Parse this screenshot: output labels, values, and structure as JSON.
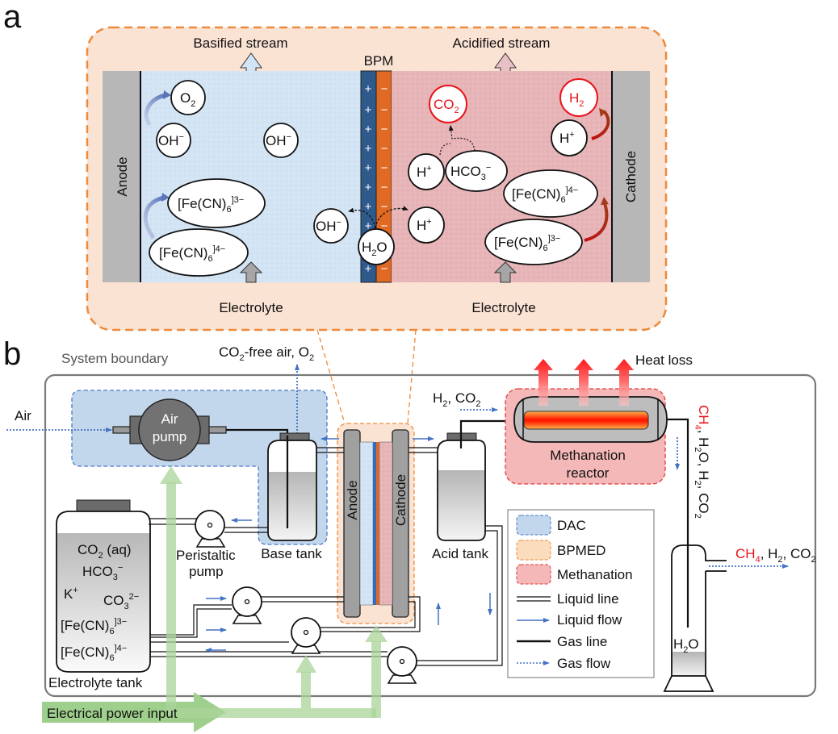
{
  "panel_a": {
    "label": "a",
    "basified_stream": "Basified stream",
    "acidified_stream": "Acidified stream",
    "bpm": "BPM",
    "anode": "Anode",
    "cathode": "Cathode",
    "electrolyte_left": "Electrolyte",
    "electrolyte_right": "Electrolyte",
    "bpm_plus": "+",
    "bpm_minus": "−",
    "species": {
      "o2": "O",
      "o2_sub": "2",
      "oh": "OH",
      "oh_sup": "−",
      "fe3_left": "[Fe(CN)",
      "fe_sub": "6",
      "fe3_sup": "]3−",
      "fe4_sup": "]4−",
      "h2o": "H",
      "h2o_sub": "2",
      "h2o_end": "O",
      "h": "H",
      "h_sup": "+",
      "hco3": "HCO",
      "hco3_sub": "3",
      "hco3_sup": "−",
      "co2": "CO",
      "co2_sub": "2",
      "h2": "H",
      "h2_sub": "2"
    }
  },
  "panel_b": {
    "label": "b",
    "system_boundary": "System boundary",
    "air": "Air",
    "air_pump_1": "Air",
    "air_pump_2": "pump",
    "co2_free_air": "CO",
    "co2_free_air_sub": "2",
    "co2_free_air_rest": "-free air, O",
    "co2_free_air_sub2": "2",
    "h2_co2_label": "H",
    "heat_loss": "Heat loss",
    "methanation_reactor_1": "Methanation",
    "methanation_reactor_2": "reactor",
    "base_tank": "Base tank",
    "acid_tank": "Acid tank",
    "peristaltic_pump_1": "Peristaltic",
    "peristaltic_pump_2": "pump",
    "anode": "Anode",
    "cathode": "Cathode",
    "electrolyte_tank": "Electrolyte tank",
    "tank_species": {
      "co2aq": "CO",
      "co2aq_sub": "2",
      "co2aq_rest": " (aq)",
      "hco3": "HCO",
      "hco3_sub": "3",
      "hco3_sup": "−",
      "k": "K",
      "k_sup": "+",
      "co3": "CO",
      "co3_sub": "3",
      "co3_sup": "2−",
      "fe3": "[Fe(CN)",
      "fe_sub": "6",
      "fe3_sup": "]3−",
      "fe4_sup": "]4−"
    },
    "outlet_vertical": {
      "ch4": "CH",
      "ch4_sub": "4",
      "rest": ", H",
      "h2o_sub": "2",
      "rest2": "O, H",
      "h2_sub": "2",
      "rest3": ", CO",
      "co2_sub": "2"
    },
    "outlet_horizontal": {
      "ch4": "CH",
      "ch4_sub": "4",
      "rest": ", H",
      "h2_sub": "2",
      "rest2": ", CO",
      "co2_sub": "2"
    },
    "trap_water": "H",
    "trap_water_sub": "2",
    "trap_water_end": "O",
    "electrical_power_input": "Electrical power input",
    "legend": [
      {
        "key": "dac",
        "label": "DAC",
        "color": "#c3d7ec",
        "border": "#4a78c8"
      },
      {
        "key": "bpmed",
        "label": "BPMED",
        "color": "#fbdcbd",
        "border": "#ee8a3a"
      },
      {
        "key": "methanation",
        "label": "Methanation",
        "color": "#f5b8b8",
        "border": "#e23a3a"
      },
      {
        "key": "liquid_line",
        "label": "Liquid line"
      },
      {
        "key": "liquid_flow",
        "label": "Liquid flow"
      },
      {
        "key": "gas_line",
        "label": "Gas line"
      },
      {
        "key": "gas_flow",
        "label": "Gas flow"
      }
    ]
  },
  "colors": {
    "orange_dash": "#ee8a3a",
    "bpm_blue": "#2f5a8c",
    "bpm_orange": "#e06a24",
    "basic_fill": "#d3e4f4",
    "acidic_fill": "#e9b6b9",
    "electrode_grey": "#b7b7b7",
    "power_green": "#a9d49a",
    "flow_blue": "#4472c4",
    "red_text": "#e8141c"
  }
}
